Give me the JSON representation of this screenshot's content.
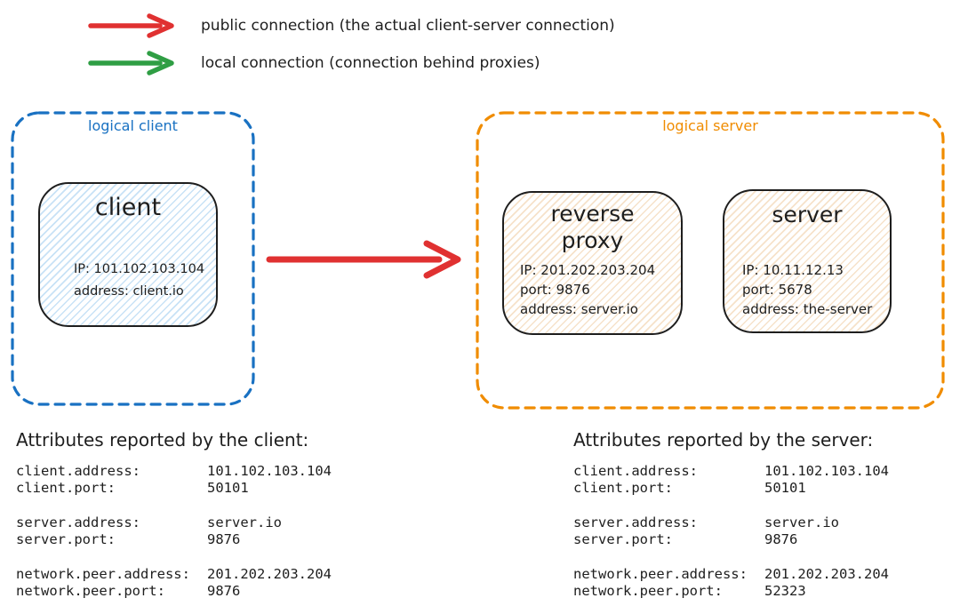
{
  "legend": {
    "items": [
      {
        "id": "public",
        "color": "#e03131",
        "label": "public connection (the actual client-server connection)"
      },
      {
        "id": "local",
        "color": "#2f9e44",
        "label": "local connection (connection behind proxies)"
      }
    ]
  },
  "connection_arrow": {
    "color": "#e03131",
    "meaning": "public connection"
  },
  "logical_client": {
    "label": "logical client",
    "border_color": "#1971c2",
    "client_node": {
      "title": "client",
      "lines": [
        "IP: 101.102.103.104",
        "address: client.io"
      ]
    }
  },
  "logical_server": {
    "label": "logical server",
    "border_color": "#f08c00",
    "reverse_proxy_node": {
      "title_line1": "reverse",
      "title_line2": "proxy",
      "lines": [
        "IP: 201.202.203.204",
        "port: 9876",
        "address: server.io"
      ]
    },
    "server_node": {
      "title": "server",
      "lines": [
        "IP: 10.11.12.13",
        "port: 5678",
        "address: the-server"
      ]
    }
  },
  "client_attributes": {
    "heading": "Attributes reported by the client:",
    "rows": [
      {
        "key": "client.address:",
        "value": "101.102.103.104"
      },
      {
        "key": "client.port:",
        "value": "50101"
      },
      {
        "key": "server.address:",
        "value": "server.io"
      },
      {
        "key": "server.port:",
        "value": "9876"
      },
      {
        "key": "network.peer.address:",
        "value": "201.202.203.204"
      },
      {
        "key": "network.peer.port:",
        "value": "9876"
      }
    ]
  },
  "server_attributes": {
    "heading": "Attributes reported by the server:",
    "rows": [
      {
        "key": "client.address:",
        "value": "101.102.103.104"
      },
      {
        "key": "client.port:",
        "value": "50101"
      },
      {
        "key": "server.address:",
        "value": "server.io"
      },
      {
        "key": "server.port:",
        "value": "9876"
      },
      {
        "key": "network.peer.address:",
        "value": "201.202.203.204"
      },
      {
        "key": "network.peer.port:",
        "value": "52323"
      }
    ]
  },
  "colors": {
    "text": "#1e1e1e",
    "background": "#ffffff",
    "client_fill_hatch": "#c8e2f6",
    "server_fill_hatch": "#f6e2ca"
  }
}
